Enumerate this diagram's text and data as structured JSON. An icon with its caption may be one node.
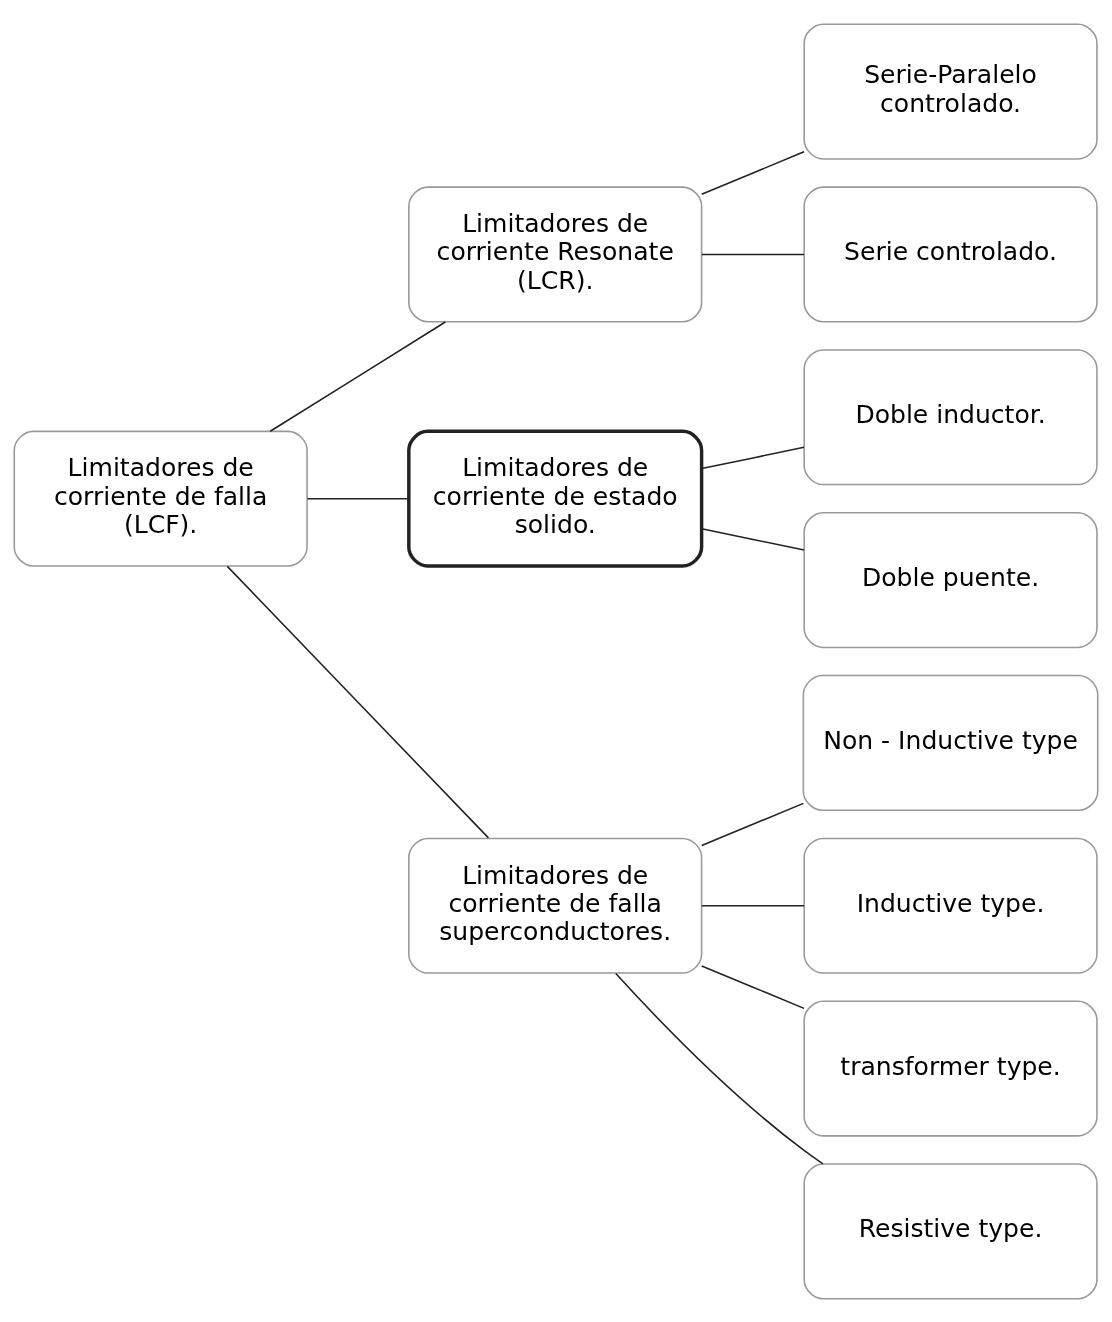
{
  "diagram": {
    "nodes": [
      {
        "text": [
          "Limitadores de corriente de falla (LCF)."
        ]
      },
      {
        "text": [
          "Limitadores de corriente Resonate (LCR)."
        ]
      },
      {
        "text": [
          "Limitadores de corriente de estado solido."
        ]
      },
      {
        "text": [
          "Limitadores de corriente de falla superconductores."
        ]
      },
      {
        "text": [
          "Serie-Paralelo controlado."
        ]
      },
      {
        "text": [
          "Serie controlado."
        ]
      },
      {
        "text": [
          "Doble inductor."
        ]
      },
      {
        "text": [
          "Doble puente."
        ]
      },
      {
        "text": [
          "Non - Inductive type"
        ]
      },
      {
        "text": [
          "Inductive type."
        ]
      },
      {
        "text": [
          "transformer type."
        ]
      },
      {
        "text": [
          "Resistive type."
        ]
      }
    ],
    "edges": [
      {
        "from": 0,
        "to": 1,
        "arrow": "none"
      },
      {
        "from": 0,
        "to": 2,
        "arrow": "none"
      },
      {
        "from": 0,
        "to": 3,
        "arrow": "none"
      },
      {
        "from": 1,
        "to": 4,
        "arrow": "none"
      },
      {
        "from": 1,
        "to": 5,
        "arrow": "none"
      },
      {
        "from": 2,
        "to": 6,
        "arrow": "none"
      },
      {
        "from": 2,
        "to": 7,
        "arrow": "none"
      },
      {
        "from": 3,
        "to": 8,
        "arrow": "none"
      },
      {
        "from": 3,
        "to": 9,
        "arrow": "none"
      },
      {
        "from": 3,
        "to": 10,
        "arrow": "none"
      },
      {
        "from": 3,
        "to": 11,
        "arrow": "none"
      }
    ]
  }
}
